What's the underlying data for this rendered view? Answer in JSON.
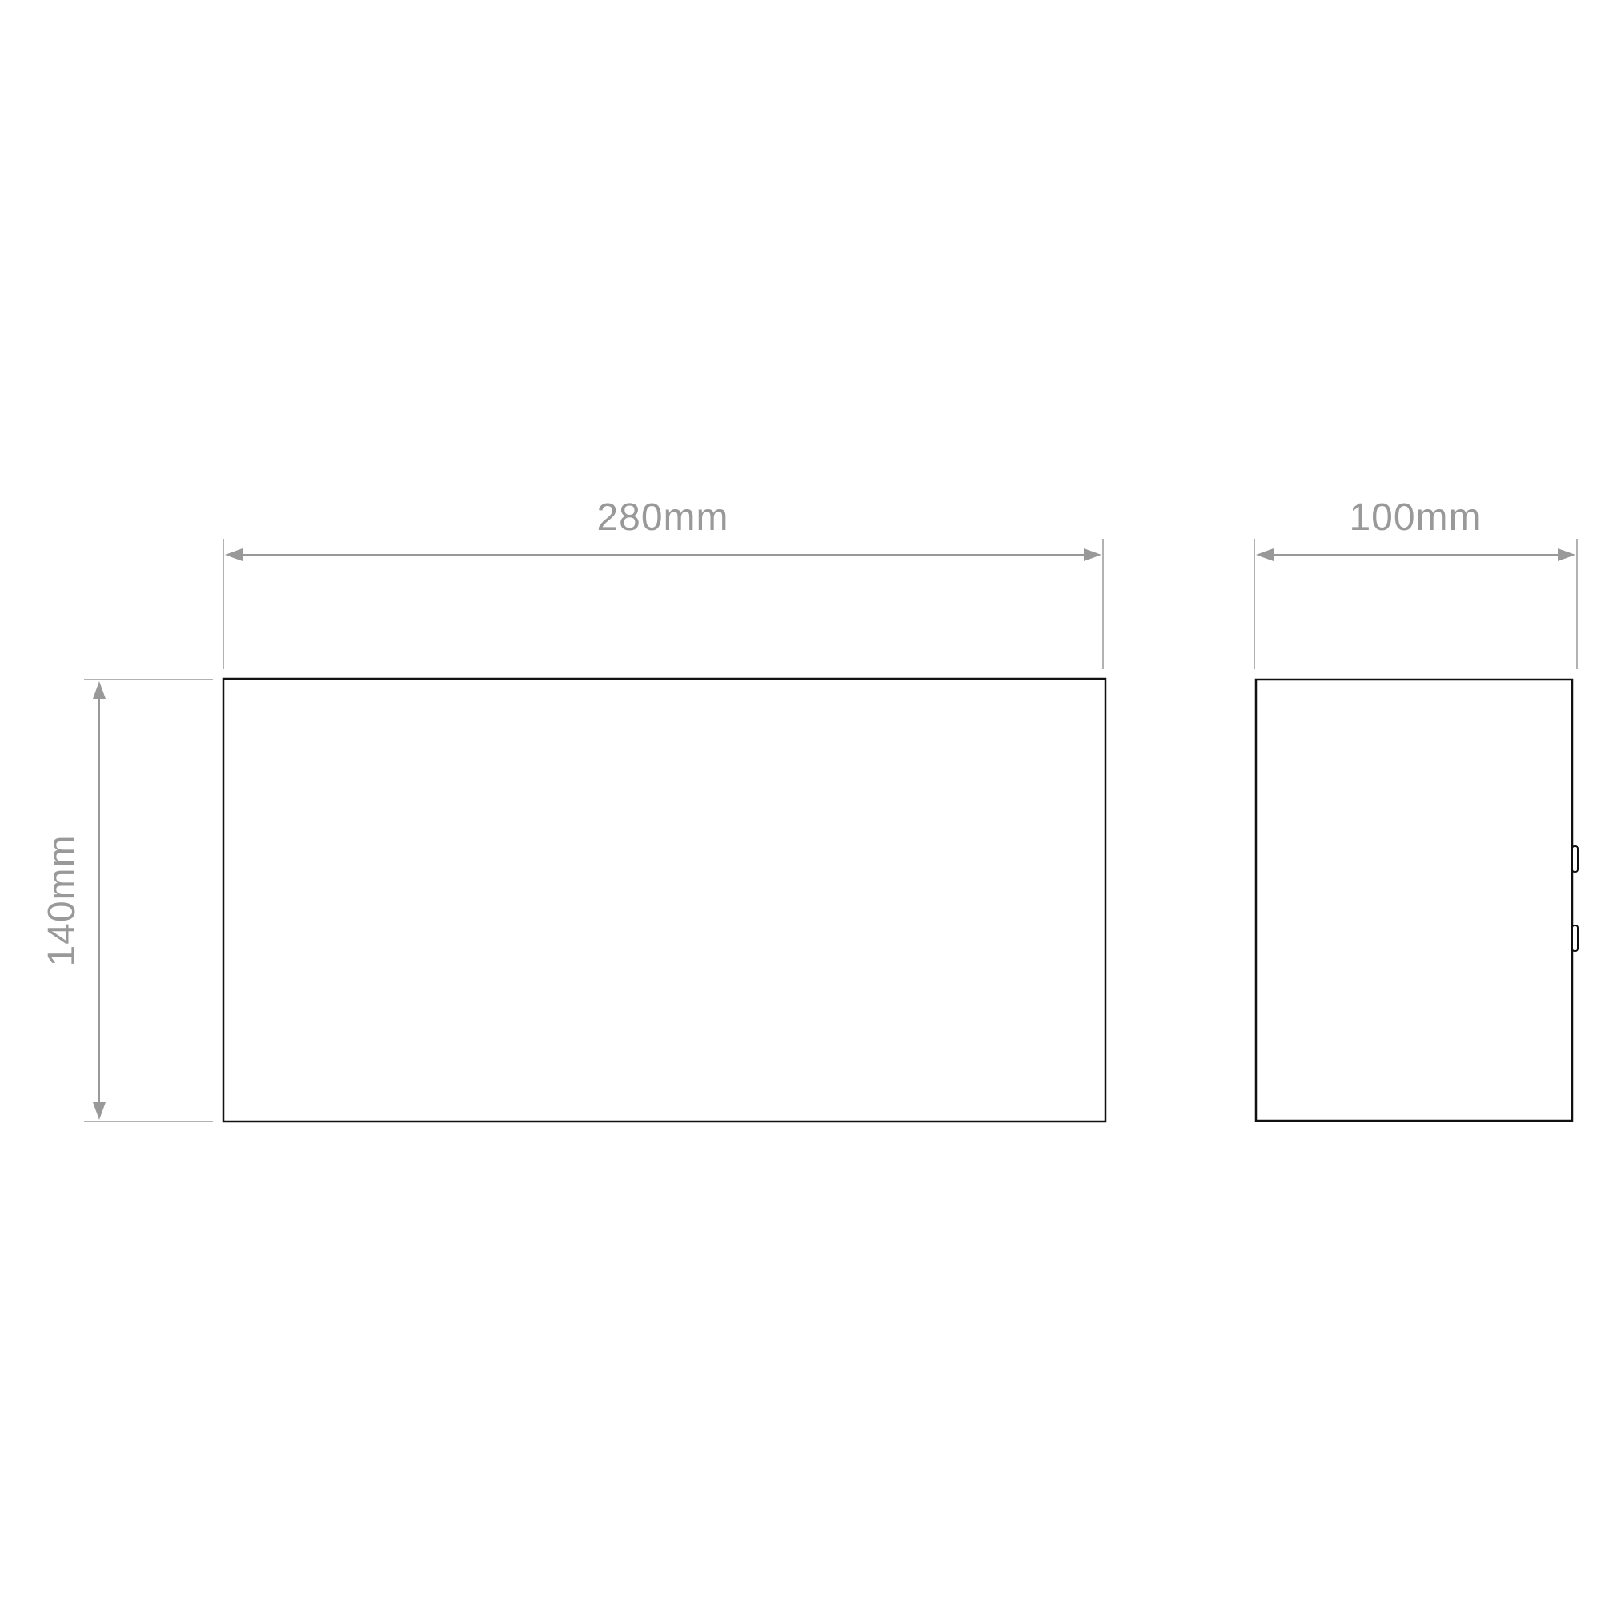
{
  "dimensions": {
    "width_label": "280mm",
    "depth_label": "100mm",
    "height_label": "140mm"
  },
  "colors": {
    "dimension": "#999999",
    "outline": "#111111",
    "background": "#ffffff"
  }
}
